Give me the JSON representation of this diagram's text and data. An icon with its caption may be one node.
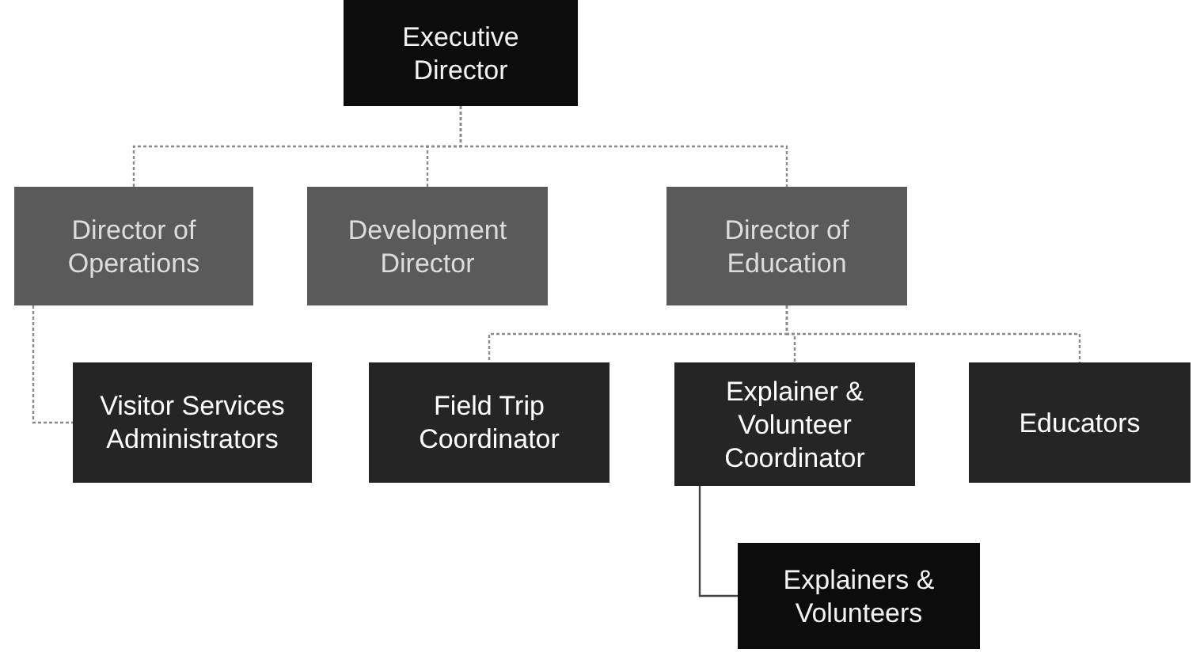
{
  "diagram": {
    "nodes": [
      {
        "text": [
          "Executive Director"
        ]
      },
      {
        "text": [
          "Director of Operations"
        ]
      },
      {
        "text": [
          "Development Director"
        ]
      },
      {
        "text": [
          "Director of Education"
        ]
      },
      {
        "text": [
          "Visitor Services Administrators"
        ]
      },
      {
        "text": [
          "Field Trip Coordinator"
        ]
      },
      {
        "text": [
          "Explainer & Volunteer Coordinator"
        ]
      },
      {
        "text": [
          "Educators"
        ]
      },
      {
        "text": [
          "Explainers & Volunteers"
        ]
      }
    ],
    "edges": [
      {
        "from": 0,
        "to": 1,
        "arrow": "none",
        "style": "dashed"
      },
      {
        "from": 0,
        "to": 2,
        "arrow": "none",
        "style": "dashed"
      },
      {
        "from": 0,
        "to": 3,
        "arrow": "none",
        "style": "dashed"
      },
      {
        "from": 1,
        "to": 4,
        "arrow": "none",
        "style": "dashed"
      },
      {
        "from": 3,
        "to": 5,
        "arrow": "none",
        "style": "dashed"
      },
      {
        "from": 3,
        "to": 6,
        "arrow": "none",
        "style": "dashed"
      },
      {
        "from": 3,
        "to": 7,
        "arrow": "none",
        "style": "dashed"
      },
      {
        "from": 6,
        "to": 8,
        "arrow": "none"
      }
    ]
  }
}
